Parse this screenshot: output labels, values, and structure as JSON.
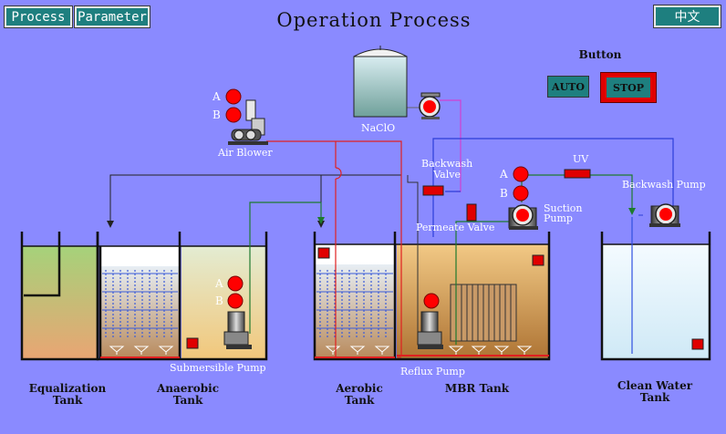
{
  "nav": {
    "process": "Process",
    "parameter": "Parameter",
    "language": "中文"
  },
  "title": "Operation Process",
  "button_panel": {
    "heading": "Button",
    "auto": "AUTO",
    "stop": "STOP"
  },
  "labels": {
    "air_blower": "Air Blower",
    "naclo": "NaClO",
    "backwash_valve": "Backwash\nValve",
    "uv": "UV",
    "backwash_pump": "Backwash Pump",
    "suction_pump": "Suction\nPump",
    "permeate_valve": "Permeate Valve",
    "submersible_pump": "Submersible Pump",
    "reflux_pump": "Reflux Pump",
    "a": "A",
    "b": "B"
  },
  "tanks": {
    "equalization": "Equalization\nTank",
    "anaerobic": "Anaerobic\nTank",
    "aerobic": "Aerobic\nTank",
    "mbr": "MBR Tank",
    "clean_water": "Clean Water\nTank"
  },
  "colors": {
    "background": "#8A8AFF",
    "button_bg": "#1E7F7F",
    "stop_border": "#E00000",
    "indicator": "#FF0000",
    "air_line": "#E02020",
    "sludge": "#B8895A"
  }
}
